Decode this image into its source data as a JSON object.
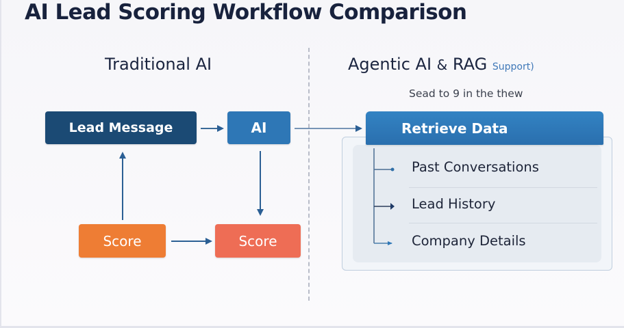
{
  "title": "AI Lead Scoring Workflow Comparison",
  "left_column": {
    "heading": "Traditional AI",
    "nodes": {
      "lead_message": "Lead Message",
      "ai": "AI",
      "score_source": "Score",
      "score_target": "Score"
    }
  },
  "right_column": {
    "heading_main": "Agentic AI",
    "heading_amp": "&",
    "heading_rag": "RAG",
    "heading_support": "Support)",
    "subtitle": "Sead to 9 in the thew",
    "retrieve_node": "Retrieve Data",
    "retrieve_items": [
      {
        "label": "Past Conversations",
        "connector": "dot-arrow"
      },
      {
        "label": "Lead History",
        "connector": "arrowhead"
      },
      {
        "label": "Company Details",
        "connector": "arrow"
      }
    ]
  },
  "edges": [
    {
      "from": "Lead Message",
      "to": "AI"
    },
    {
      "from": "AI",
      "to": "Score (right)"
    },
    {
      "from": "Score (left)",
      "to": "Score (right)"
    },
    {
      "from": "Score (left)",
      "to": "Lead Message"
    },
    {
      "from": "AI",
      "to": "Retrieve Data"
    }
  ],
  "colors": {
    "navy": "#1b4a74",
    "blue": "#2e77b6",
    "orange": "#ee7d34",
    "coral": "#ee6d55",
    "arrow": "#2b5f94",
    "text_dark": "#1b2540",
    "accent_text": "#3f78b8"
  }
}
